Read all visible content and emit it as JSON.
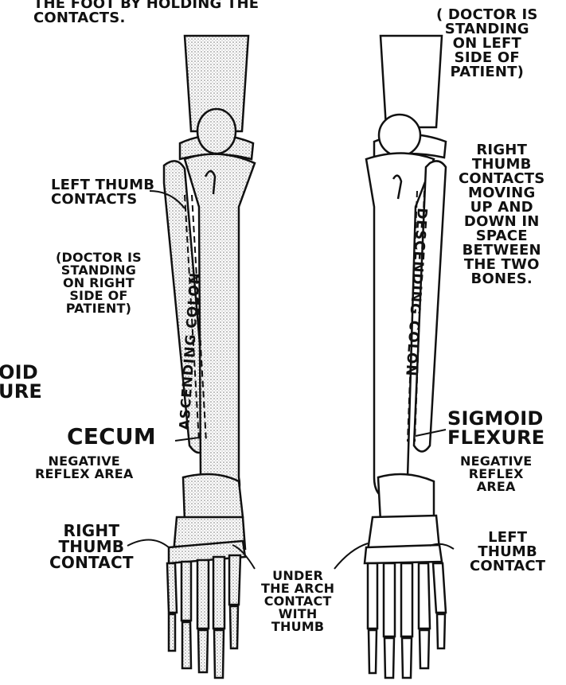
{
  "labels": {
    "top_cut": "THE FOOT BY HOLDING THE\nCONTACTS.",
    "doctor_left_side": "( DOCTOR IS\nSTANDING\nON LEFT\nSIDE OF\nPATIENT)",
    "left_thumb_contacts": "LEFT THUMB\nCONTACTS",
    "doctor_right_side": "(DOCTOR IS\nSTANDING\nON RIGHT\nSIDE OF\nPATIENT)",
    "right_thumb_moving": "RIGHT\nTHUMB\nCONTACTS\nMOVING\nUP AND\nDOWN IN\nSPACE\nBETWEEN\nTHE TWO\nBONES.",
    "cut_left_fragment": "OID\nURE",
    "cecum": "CECUM",
    "negative_reflex_left": "NEGATIVE\nREFLEX AREA",
    "sigmoid_flexure": "SIGMOID\nFLEXURE",
    "negative_reflex_right": "NEGATIVE\nREFLEX\nAREA",
    "right_thumb_contact": "RIGHT\nTHUMB\nCONTACT",
    "under_arch": "UNDER\nTHE ARCH\nCONTACT\nWITH\nTHUMB",
    "left_thumb_contact": "LEFT\nTHUMB\nCONTACT",
    "ascending_colon": "ASCENDING COLON",
    "descending_colon": "DESCENDING COLON"
  }
}
